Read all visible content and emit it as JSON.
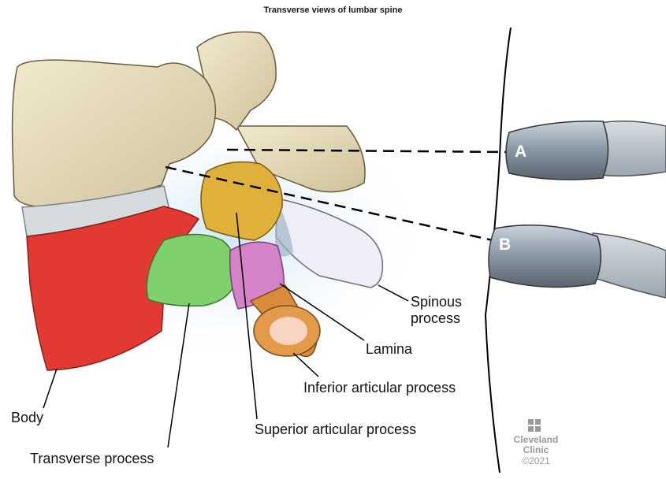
{
  "title": "Transverse views of lumbar spine",
  "labels": {
    "body": "Body",
    "transverse_process": "Transverse process",
    "superior_articular_process": "Superior articular process",
    "inferior_articular_process": "Inferior articular process",
    "lamina": "Lamina",
    "spinous_process_line1": "Spinous",
    "spinous_process_line2": "process"
  },
  "probes": {
    "a": "A",
    "b": "B"
  },
  "logo": {
    "line1": "Cleveland",
    "line2": "Clinic",
    "copyright": "©2021"
  },
  "colors": {
    "body": "#e23a32",
    "transverse_process": "#7fd06a",
    "superior_articular_process": "#e0b13a",
    "inferior_articular_process": "#e39a4a",
    "lamina": "#d483c8",
    "spinous_process": "#f2f2fb",
    "bone": "#e6dcb8",
    "disc": "#d6dbe0",
    "probe": "#8d9aa6"
  }
}
